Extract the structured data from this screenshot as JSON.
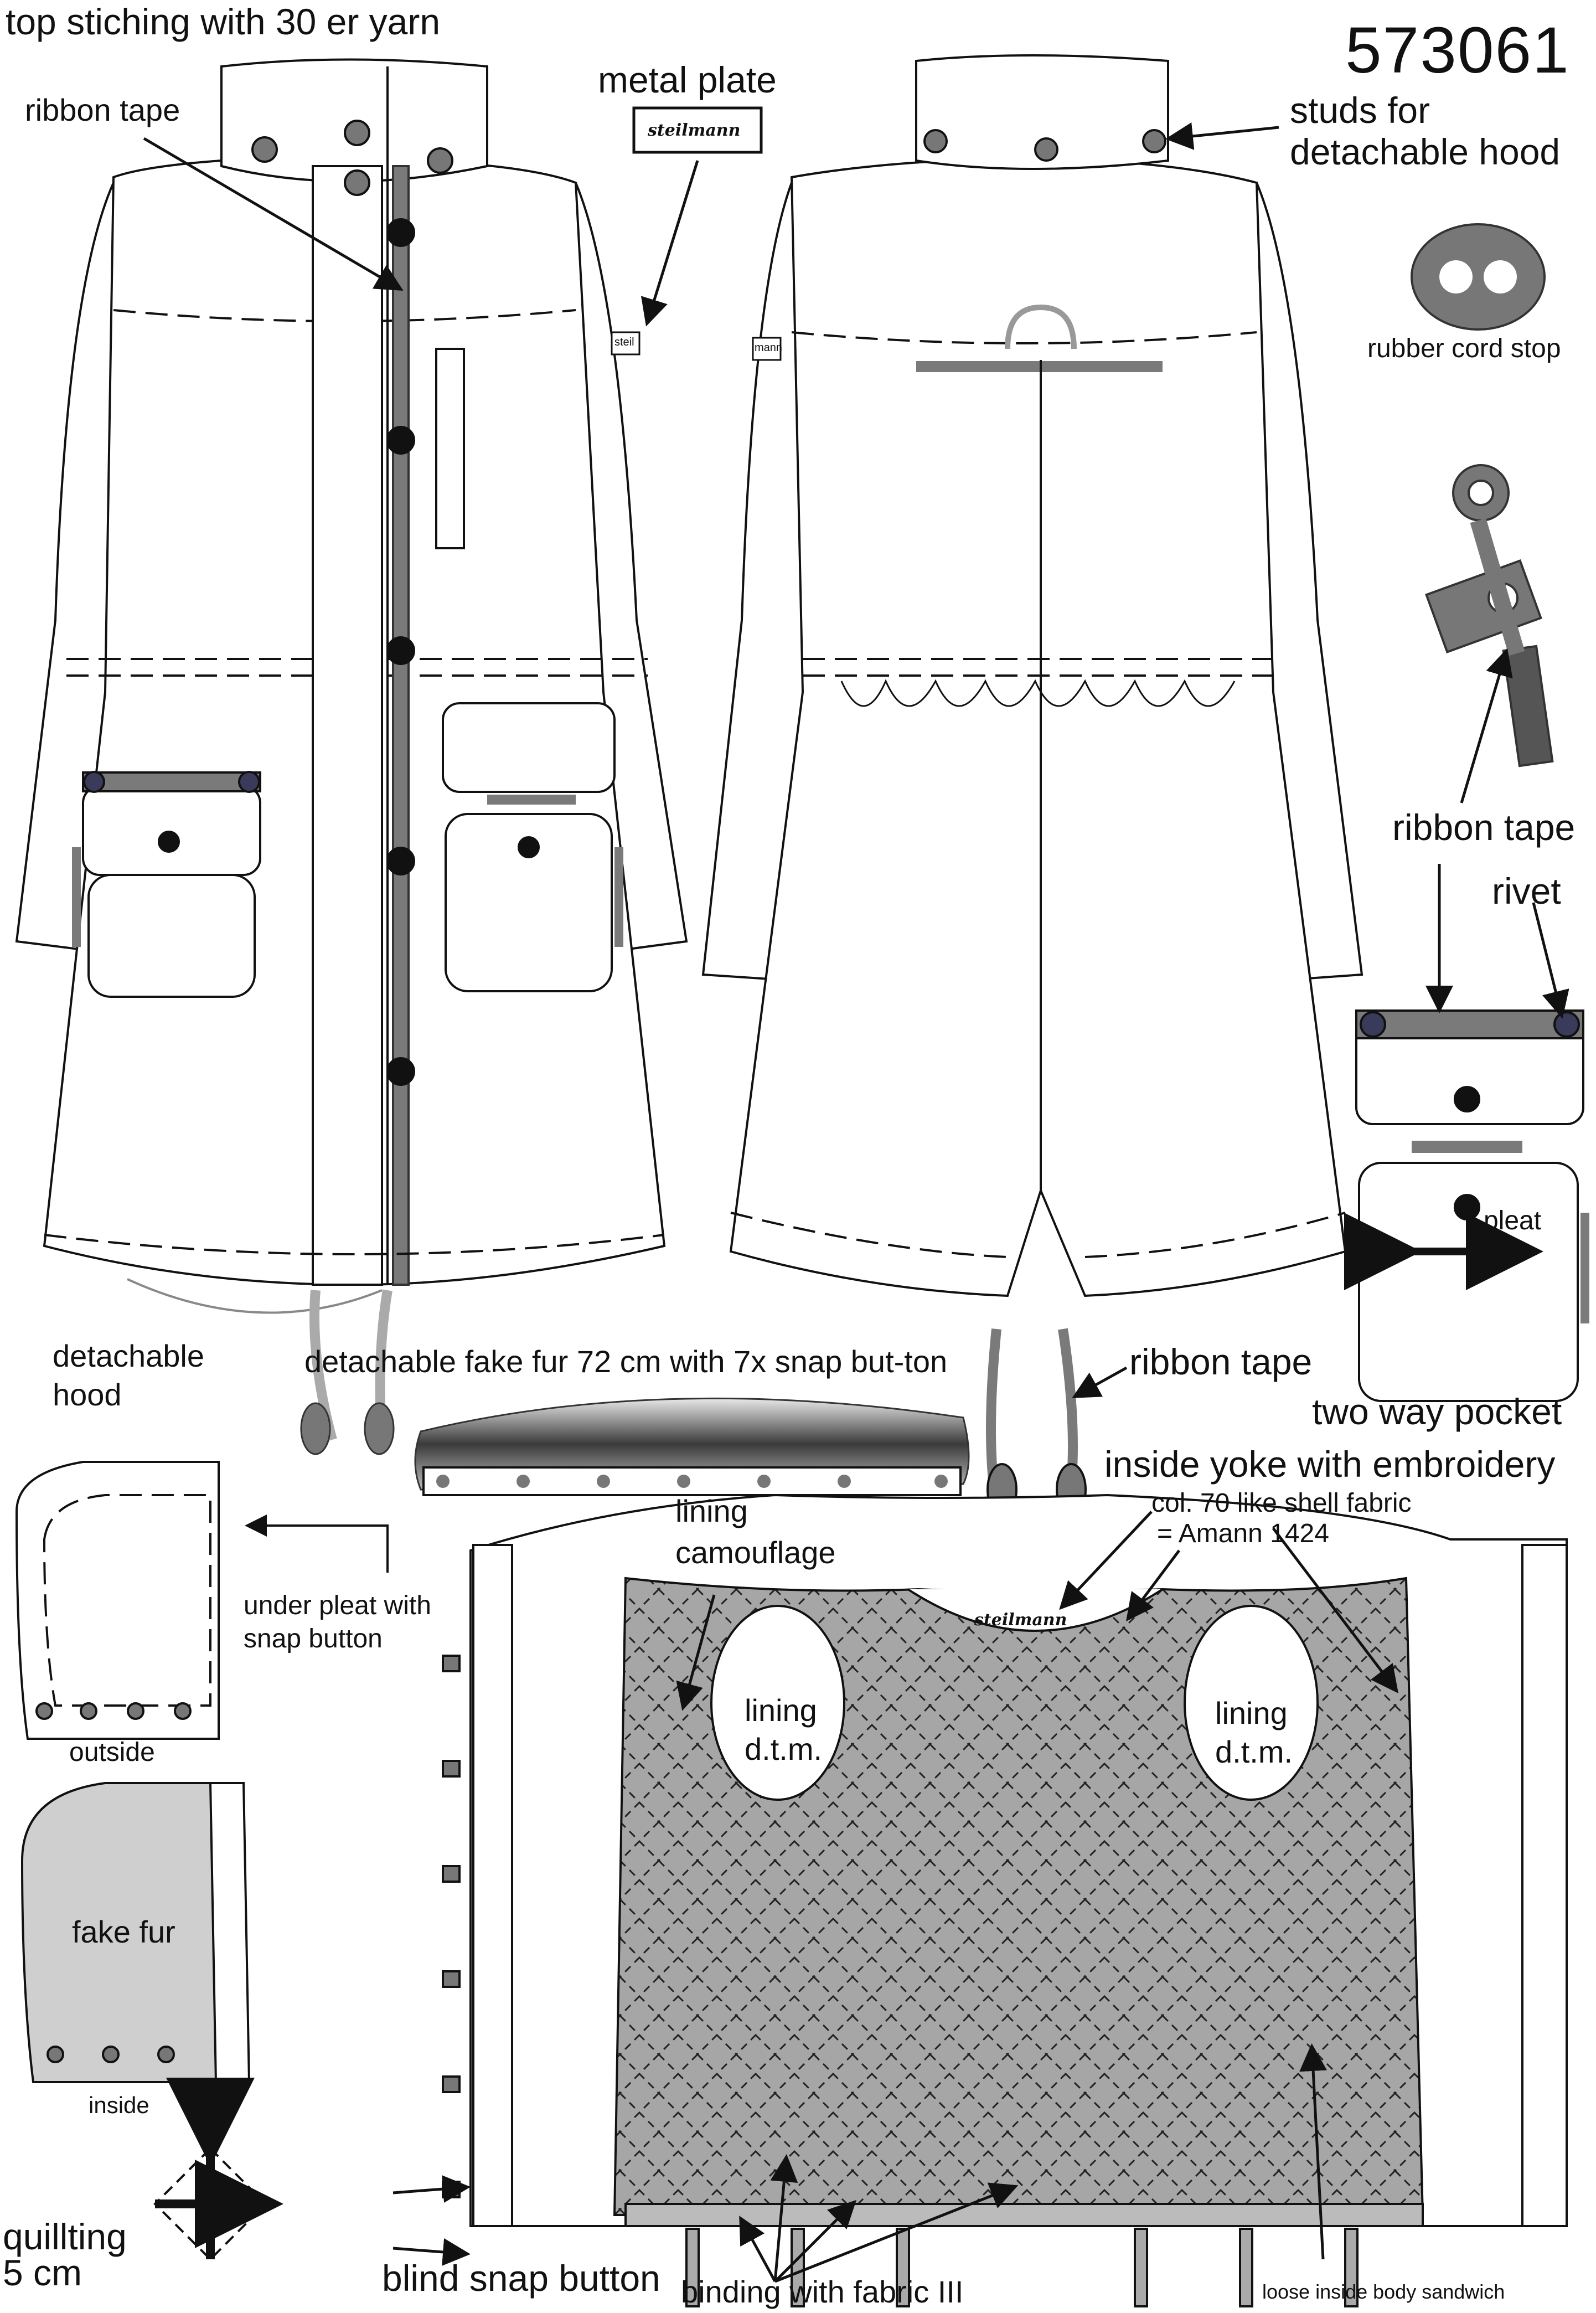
{
  "article_number": "573061",
  "labels": {
    "top_stitching": "top stiching with 30 er yarn",
    "ribbon_tape_front": "ribbon tape",
    "metal_plate": "metal plate",
    "studs_line1": "studs for",
    "studs_line2": "detachable hood",
    "rubber_cord_stop": "rubber cord stop",
    "ribbon_tape_detail": "ribbon tape",
    "rivet": "rivet",
    "pleat": "pleat",
    "two_way_pocket": "two way pocket",
    "detachable_hood_line1": "detachable",
    "detachable_hood_line2": "hood",
    "fake_fur_collar": "detachable fake fur 72 cm with 7x snap but-ton",
    "ribbon_tape_back": "ribbon tape",
    "inside_yoke": "inside yoke with embroidery",
    "col_line1": "col. 70 like shell fabric",
    "col_line2": "= Amann 1424",
    "lining_camo_line1": "lining",
    "lining_camo_line2": "camouflage",
    "lining_dtm_left_1": "lining",
    "lining_dtm_left_2": "d.t.m.",
    "lining_dtm_right_1": "lining",
    "lining_dtm_right_2": "d.t.m.",
    "under_pleat_line1": "under pleat with",
    "under_pleat_line2": "snap button",
    "outside": "outside",
    "fake_fur": "fake fur",
    "inside": "inside",
    "quilting_line1": "quillting",
    "quilting_line2": "5 cm",
    "blind_snap_button": "blind snap button",
    "binding": "binding with fabric III",
    "loose_inside": "loose inside body sandwich"
  },
  "brand_marks": {
    "plate_text": "steilmann",
    "yoke_embroidery": "steilmann",
    "sleeve_badge_front": "steil",
    "sleeve_badge_back": "mann"
  },
  "colors": {
    "line": "#111111",
    "ribbon_grey": "#7a7a7a",
    "lining_grey": "#a6a6a6",
    "fur_grey": "#cfcfcf",
    "dark_grey": "#555555",
    "hardware_dark": "#333333"
  }
}
